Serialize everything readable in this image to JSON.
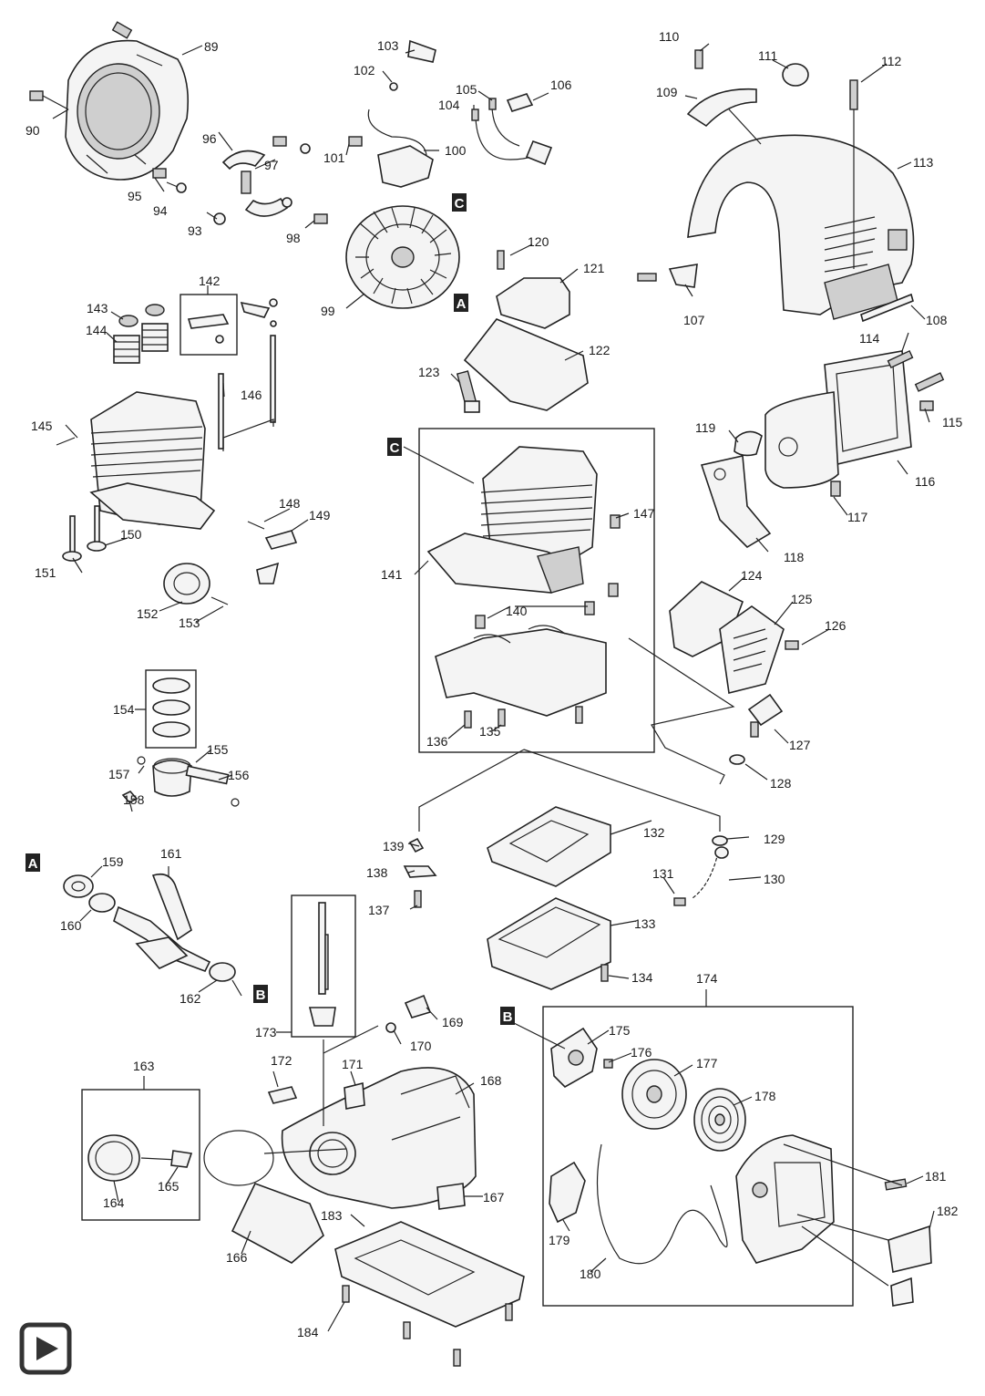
{
  "page": {
    "background": "#ffffff",
    "line_color": "#222222"
  },
  "markers": {
    "A": "A",
    "B": "B",
    "C": "C"
  },
  "play_button": {
    "icon": "play-icon"
  },
  "part_numbers": {
    "p89": "89",
    "p90": "90",
    "p93": "93",
    "p94": "94",
    "p95": "95",
    "p96": "96",
    "p97": "97",
    "p98": "98",
    "p99": "99",
    "p100": "100",
    "p101": "101",
    "p102": "102",
    "p103": "103",
    "p104": "104",
    "p105": "105",
    "p106": "106",
    "p107": "107",
    "p108": "108",
    "p109": "109",
    "p110": "110",
    "p111": "111",
    "p112": "112",
    "p113": "113",
    "p114": "114",
    "p115": "115",
    "p116": "116",
    "p117": "117",
    "p118": "118",
    "p119": "119",
    "p120": "120",
    "p121": "121",
    "p122": "122",
    "p123": "123",
    "p124": "124",
    "p125": "125",
    "p126": "126",
    "p127": "127",
    "p128": "128",
    "p129": "129",
    "p130": "130",
    "p131": "131",
    "p132": "132",
    "p133": "133",
    "p134": "134",
    "p135": "135",
    "p136": "136",
    "p137": "137",
    "p138": "138",
    "p139": "139",
    "p140": "140",
    "p141": "141",
    "p142": "142",
    "p143": "143",
    "p144": "144",
    "p145": "145",
    "p146": "146",
    "p147": "147",
    "p148": "148",
    "p149": "149",
    "p150": "150",
    "p151": "151",
    "p152": "152",
    "p153": "153",
    "p154": "154",
    "p155": "155",
    "p156": "156",
    "p157": "157",
    "p158": "158",
    "p159": "159",
    "p160": "160",
    "p161": "161",
    "p162": "162",
    "p163": "163",
    "p164": "164",
    "p165": "165",
    "p166": "166",
    "p167": "167",
    "p168": "168",
    "p169": "169",
    "p170": "170",
    "p171": "171",
    "p172": "172",
    "p173": "173",
    "p174": "174",
    "p175": "175",
    "p176": "176",
    "p177": "177",
    "p178": "178",
    "p179": "179",
    "p180": "180",
    "p181": "181",
    "p182": "182",
    "p183": "183",
    "p184": "184"
  }
}
